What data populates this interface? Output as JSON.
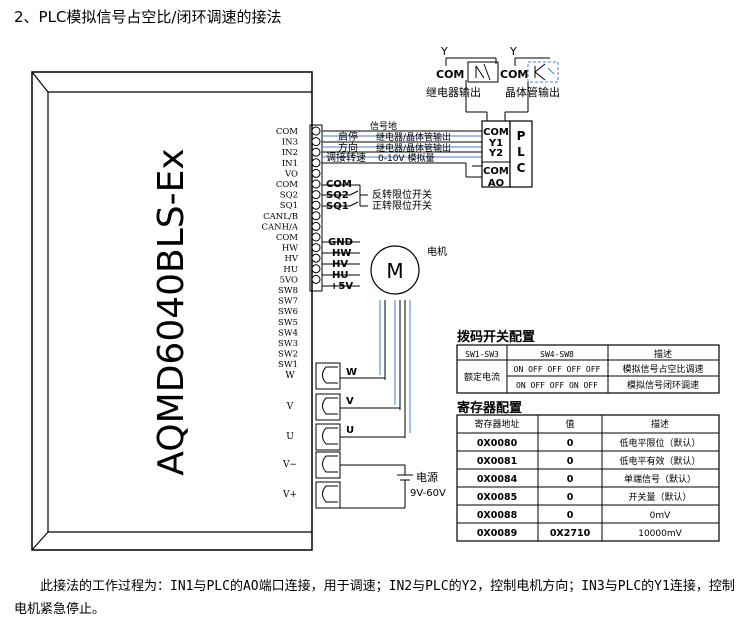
{
  "title": "2、PLC模拟信号占空比/闭环调速的接法",
  "model_name": "AQMD6040BLS-Ex",
  "driver_pins_top": [
    "COM",
    "IN3",
    "IN2",
    "IN1",
    "VO",
    "COM",
    "SQ2",
    "SQ1",
    "CANL/B",
    "CANH/A",
    "COM",
    "HW",
    "HV",
    "HU",
    "5VO",
    "SW8",
    "SW7",
    "SW6",
    "SW5",
    "SW4",
    "SW3",
    "SW2",
    "SW1"
  ],
  "driver_pins_bottom": [
    "W",
    "V",
    "U",
    "V−",
    "V+"
  ],
  "signal_labels": {
    "signal_ground": "信号地",
    "start_stop": "启停",
    "direction": "方向",
    "speed_adjust": "调接转速",
    "relay_transistor_out": "继电器/晶体管输出",
    "analog_range": "0-10V 模拟量"
  },
  "terminal_labels": {
    "com": "COM",
    "sq2": "SQ2",
    "sq1": "SQ1",
    "reverse_limit": "反转限位开关",
    "forward_limit": "正转限位开关",
    "gnd": "GND",
    "hw": "HW",
    "hv": "HV",
    "hu": "HU",
    "plus5v": "+5V",
    "motor": "电机",
    "motor_symbol": "M",
    "w": "W",
    "v": "V",
    "u": "U",
    "power": "电源",
    "power_range": "9V-60V"
  },
  "plc": {
    "pins": [
      "COM",
      "Y1",
      "Y2",
      "COM",
      "AO"
    ],
    "letters": [
      "P",
      "L",
      "C"
    ]
  },
  "outputs": {
    "y_left": "Y",
    "y_right": "Y",
    "com_left": "COM",
    "com_right": "COM",
    "relay_out": "继电器输出",
    "transistor_out": "晶体管输出"
  },
  "dip_table": {
    "title": "拨码开关配置",
    "headers": [
      "SW1-SW3",
      "SW4-SW8",
      "描述"
    ],
    "row_label": "额定电流",
    "rows": [
      {
        "sw": "ON OFF OFF OFF OFF",
        "desc": "模拟信号占空比调速"
      },
      {
        "sw": "ON OFF OFF ON  OFF",
        "desc": "模拟信号闭环调速"
      }
    ]
  },
  "reg_table": {
    "title": "寄存器配置",
    "headers": [
      "寄存器地址",
      "值",
      "描述"
    ],
    "rows": [
      {
        "addr": "0X0080",
        "val": "0",
        "desc": "低电平限位（默认）"
      },
      {
        "addr": "0X0081",
        "val": "0",
        "desc": "低电平有效（默认）"
      },
      {
        "addr": "0X0084",
        "val": "0",
        "desc": "单端信号（默认）"
      },
      {
        "addr": "0X0085",
        "val": "0",
        "desc": "开关量（默认）"
      },
      {
        "addr": "0X0088",
        "val": "0",
        "desc": "0mV"
      },
      {
        "addr": "0X0089",
        "val": "0X2710",
        "desc": "10000mV"
      }
    ]
  },
  "description": "此接法的工作过程为：IN1与PLC的AO端口连接，用于调速；IN2与PLC的Y2，控制电机方向；IN3与PLC的Y1连接，控制电机紧急停止。"
}
